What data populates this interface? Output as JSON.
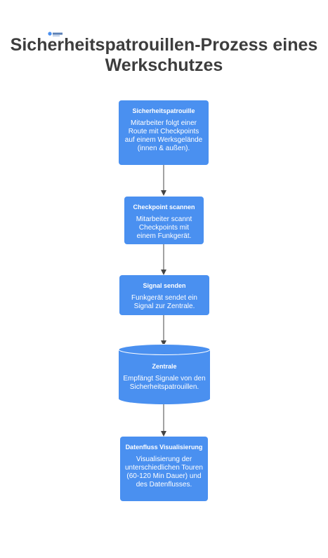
{
  "title": "Sicherheitspatrouillen-Prozess eines Werkschutzes",
  "logo_text": "Creately",
  "colors": {
    "node": "#4a90f0",
    "title": "#3d3d3d",
    "connector": "#444444"
  },
  "nodes": [
    {
      "heading": "Sicherheitspatrouille",
      "body": "Mitarbeiter folgt einer Route mit Checkpoints auf einem Werksgelände (innen & außen).",
      "shape": "rect"
    },
    {
      "heading": "Checkpoint scannen",
      "body": "Mitarbeiter scannt Checkpoints mit einem Funkgerät.",
      "shape": "rect"
    },
    {
      "heading": "Signal senden",
      "body": "Funkgerät sendet ein Signal zur Zentrale.",
      "shape": "rect"
    },
    {
      "heading": "Zentrale",
      "body": "Empfängt Signale von den Sicherheitspatrouillen.",
      "shape": "cylinder"
    },
    {
      "heading": "Datenfluss Visualisierung",
      "body": "Visualisierung der unterschiedlichen Touren (60-120 Min Dauer) und des Datenflusses.",
      "shape": "rect"
    }
  ]
}
